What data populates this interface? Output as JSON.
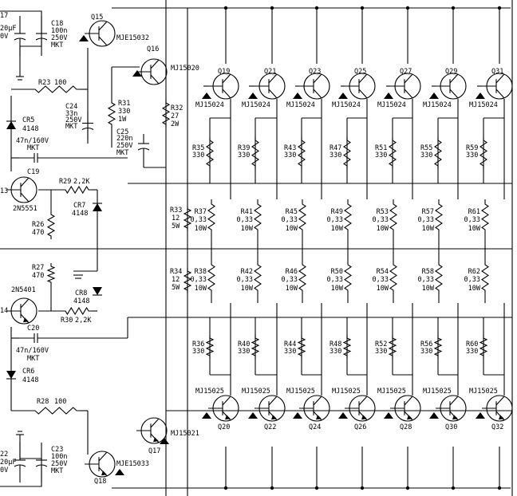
{
  "transistors": {
    "q15": {
      "name": "Q15",
      "part": "MJE15032"
    },
    "q16": {
      "name": "Q16",
      "part": "MJ15020"
    },
    "q17": {
      "name": "Q17",
      "part": "MJ15021"
    },
    "q18": {
      "name": "Q18",
      "part": "MJE15033"
    },
    "q13": {
      "name": "13",
      "part": "2N5551"
    },
    "q14": {
      "name": "14",
      "part": "2N5401"
    },
    "top_row": [
      {
        "name": "Q19",
        "part": "MJ15024"
      },
      {
        "name": "Q21",
        "part": "MJ15024"
      },
      {
        "name": "Q23",
        "part": "MJ15024"
      },
      {
        "name": "Q25",
        "part": "MJ15024"
      },
      {
        "name": "Q27",
        "part": "MJ15024"
      },
      {
        "name": "Q29",
        "part": "MJ15024"
      },
      {
        "name": "Q31",
        "part": "MJ15024"
      }
    ],
    "bottom_row": [
      {
        "name": "Q20",
        "part": "MJ15025"
      },
      {
        "name": "Q22",
        "part": "MJ15025"
      },
      {
        "name": "Q24",
        "part": "MJ15025"
      },
      {
        "name": "Q26",
        "part": "MJ15025"
      },
      {
        "name": "Q28",
        "part": "MJ15025"
      },
      {
        "name": "Q30",
        "part": "MJ15025"
      },
      {
        "name": "Q32",
        "part": "MJ15025"
      }
    ]
  },
  "base_resistors_top": [
    {
      "name": "R35",
      "value": "330"
    },
    {
      "name": "R39",
      "value": "330"
    },
    {
      "name": "R43",
      "value": "330"
    },
    {
      "name": "R47",
      "value": "330"
    },
    {
      "name": "R51",
      "value": "330"
    },
    {
      "name": "R55",
      "value": "330"
    },
    {
      "name": "R59",
      "value": "330"
    }
  ],
  "base_resistors_bottom": [
    {
      "name": "R36",
      "value": "330"
    },
    {
      "name": "R40",
      "value": "330"
    },
    {
      "name": "R44",
      "value": "330"
    },
    {
      "name": "R48",
      "value": "330"
    },
    {
      "name": "R52",
      "value": "330"
    },
    {
      "name": "R56",
      "value": "330"
    },
    {
      "name": "R60",
      "value": "330"
    }
  ],
  "emitter_resistors_top": [
    {
      "name": "R37",
      "value": "0,33",
      "power": "10W"
    },
    {
      "name": "R41",
      "value": "0,33",
      "power": "10W"
    },
    {
      "name": "R45",
      "value": "0,33",
      "power": "10W"
    },
    {
      "name": "R49",
      "value": "0,33",
      "power": "10W"
    },
    {
      "name": "R53",
      "value": "0,33",
      "power": "10W"
    },
    {
      "name": "R57",
      "value": "0,33",
      "power": "10W"
    },
    {
      "name": "R61",
      "value": "0,33",
      "power": "10W"
    }
  ],
  "emitter_resistors_bottom": [
    {
      "name": "R38",
      "value": "0,33",
      "power": "10W"
    },
    {
      "name": "R42",
      "value": "0,33",
      "power": "10W"
    },
    {
      "name": "R46",
      "value": "0,33",
      "power": "10W"
    },
    {
      "name": "R50",
      "value": "0,33",
      "power": "10W"
    },
    {
      "name": "R54",
      "value": "0,33",
      "power": "10W"
    },
    {
      "name": "R58",
      "value": "0,33",
      "power": "10W"
    },
    {
      "name": "R62",
      "value": "0,33",
      "power": "10W"
    }
  ],
  "resistors": {
    "r23": {
      "name": "R23",
      "value": "100"
    },
    "r28": {
      "name": "R28",
      "value": "100"
    },
    "r31": {
      "name": "R31",
      "value": "330",
      "power": "1W"
    },
    "r32": {
      "name": "R32",
      "value": "27",
      "power": "2W"
    },
    "r33": {
      "name": "R33",
      "value": "12",
      "power": "5W"
    },
    "r34": {
      "name": "R34",
      "value": "12",
      "power": "5W"
    },
    "r29": {
      "name": "R29",
      "value": "2,2K"
    },
    "r30": {
      "name": "R30",
      "value": "2,2K"
    },
    "r26": {
      "name": "R26",
      "value": "470"
    },
    "r27": {
      "name": "R27",
      "value": "470"
    }
  },
  "capacitors": {
    "c17": {
      "name": "17",
      "value": "20µF",
      "voltage": "0V"
    },
    "c18": {
      "name": "C18",
      "value": "100n",
      "voltage": "250V",
      "type": "MKT"
    },
    "c24": {
      "name": "C24",
      "value": "33n",
      "voltage": "250V",
      "type": "MKT"
    },
    "c25": {
      "name": "C25",
      "value": "220n",
      "voltage": "250V",
      "type": "MKT"
    },
    "c19": {
      "name": "C19",
      "value": "47n/160V",
      "type": "MKT"
    },
    "c20": {
      "name": "C20",
      "value": "47n/160V",
      "type": "MKT"
    },
    "c22": {
      "name": "22",
      "value": "20µF",
      "voltage": "0V"
    },
    "c23": {
      "name": "C23",
      "value": "100n",
      "voltage": "250V",
      "type": "MKT"
    }
  },
  "diodes": {
    "cr5": {
      "name": "CR5",
      "part": "4148"
    },
    "cr6": {
      "name": "CR6",
      "part": "4148"
    },
    "cr7": {
      "name": "CR7",
      "part": "4148"
    },
    "cr8": {
      "name": "CR8",
      "part": "4148"
    }
  }
}
